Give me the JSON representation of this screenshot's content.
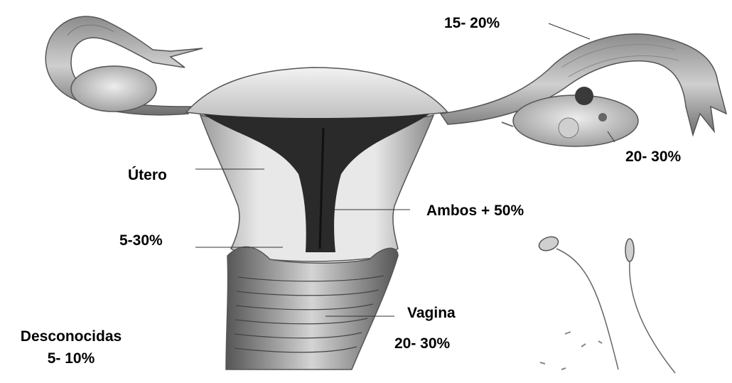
{
  "labels": {
    "tube": "15- 20%",
    "ovary": "20- 30%",
    "uterus": "Útero",
    "both": "Ambos + 50%",
    "cervix": "5-30%",
    "vagina": "Vagina",
    "vagina_pct": "20- 30%",
    "unknown_line1": "Desconocidas",
    "unknown_line2": "5- 10%"
  },
  "colors": {
    "line": "#333333",
    "tissue_light": "#e6e6e6",
    "tissue_mid": "#b4b4b4",
    "tissue_dark": "#5a5a5a",
    "cavity": "#2a2a2a"
  }
}
